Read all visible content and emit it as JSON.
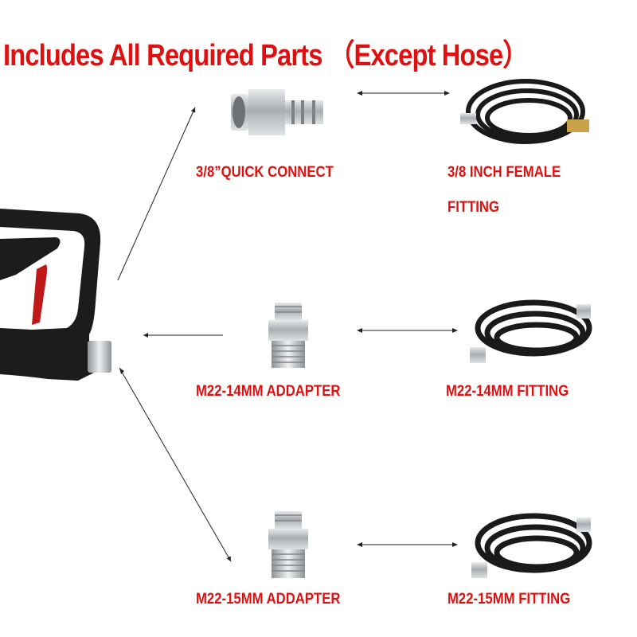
{
  "title": "Includes All Required Parts （Except Hose）",
  "rows": [
    {
      "adapter": "3/8”QUICK CONNECT",
      "hose_line1": "3/8 INCH FEMALE",
      "hose_line2": "FITTING"
    },
    {
      "adapter": "M22-14MM   ADDAPTER",
      "hose_line1": "M22-14MM FITTING"
    },
    {
      "adapter": "M22-15MM   ADDAPTER",
      "hose_line1": "M22-15MM FITTING"
    }
  ],
  "colors": {
    "label": "#e01010",
    "hose": "#1a1a1a",
    "metal": "#b8bcc0",
    "trigger": "#c01818"
  }
}
